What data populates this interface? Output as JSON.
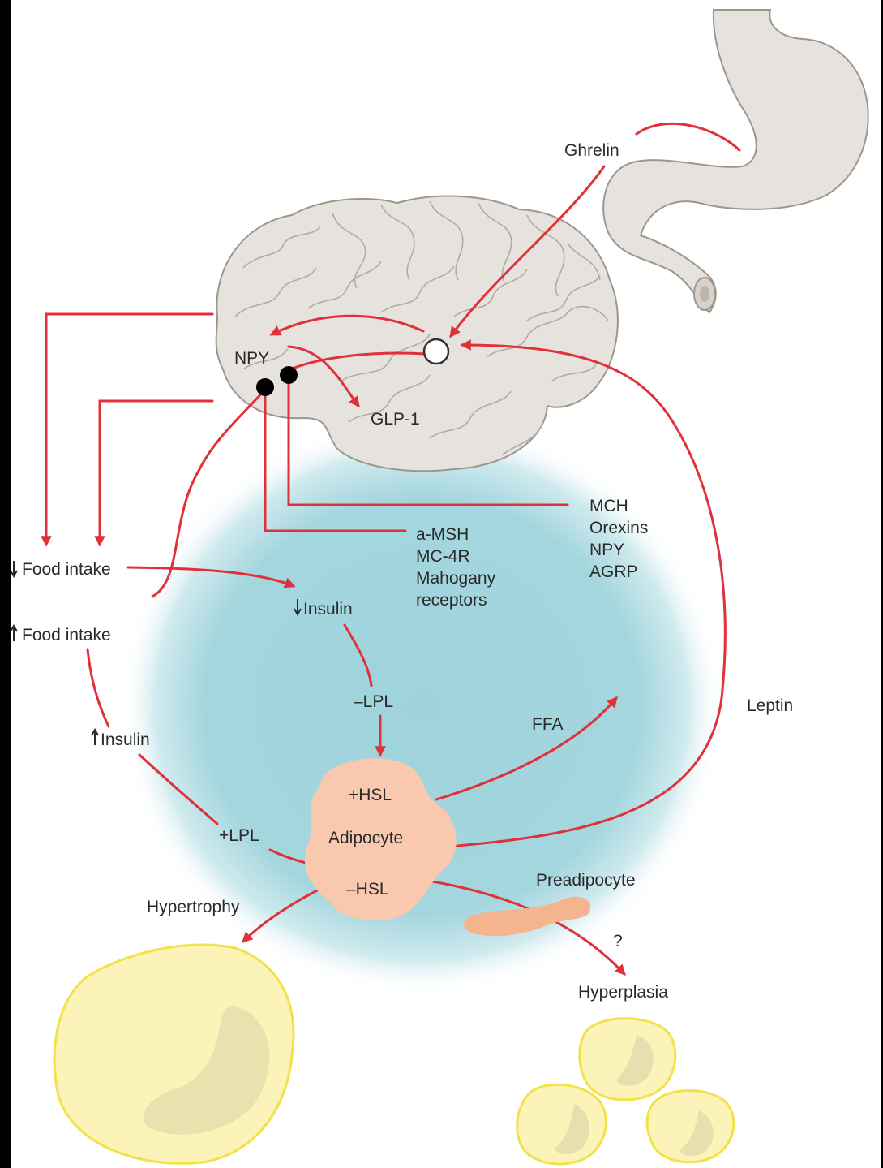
{
  "colors": {
    "background": "#ffffff",
    "frame": "#000000",
    "arrow": "#e0303a",
    "brain_fill": "#e6e2dd",
    "brain_stroke": "#9e968e",
    "stomach_fill": "#e6e2dd",
    "glow_center": "#9fd3dc",
    "adipocyte_fill": "#f9c8ae",
    "preadipocyte_fill": "#f3b48e",
    "fat_cell_fill": "#fbf3b8",
    "fat_cell_stroke": "#f2e24a",
    "receptor_fill": "#000000",
    "text": "#2a2a2a"
  },
  "labels": {
    "ghrelin": "Ghrelin",
    "npy": "NPY",
    "glp1": "GLP-1",
    "food_intake_down": "Food intake",
    "food_intake_up": "Food intake",
    "insulin_down": "Insulin",
    "insulin_up": "Insulin",
    "minus_lpl": "–LPL",
    "plus_lpl": "+LPL",
    "ffa": "FFA",
    "leptin": "Leptin",
    "plus_hsl": "+HSL",
    "adipocyte": "Adipocyte",
    "minus_hsl": "–HSL",
    "preadipocyte": "Preadipocyte",
    "question": "?",
    "hypertrophy": "Hypertrophy",
    "hyperplasia": "Hyperplasia"
  },
  "receptor_list_left": [
    "a-MSH",
    "MC-4R",
    "Mahogany",
    "receptors"
  ],
  "receptor_list_right": [
    "MCH",
    "Orexins",
    "NPY",
    "AGRP"
  ],
  "icons": {
    "brain": "brain-icon",
    "stomach": "stomach-icon",
    "receptor": "receptor-dot-icon",
    "hypothalamus": "hypothalamus-circle-icon"
  }
}
